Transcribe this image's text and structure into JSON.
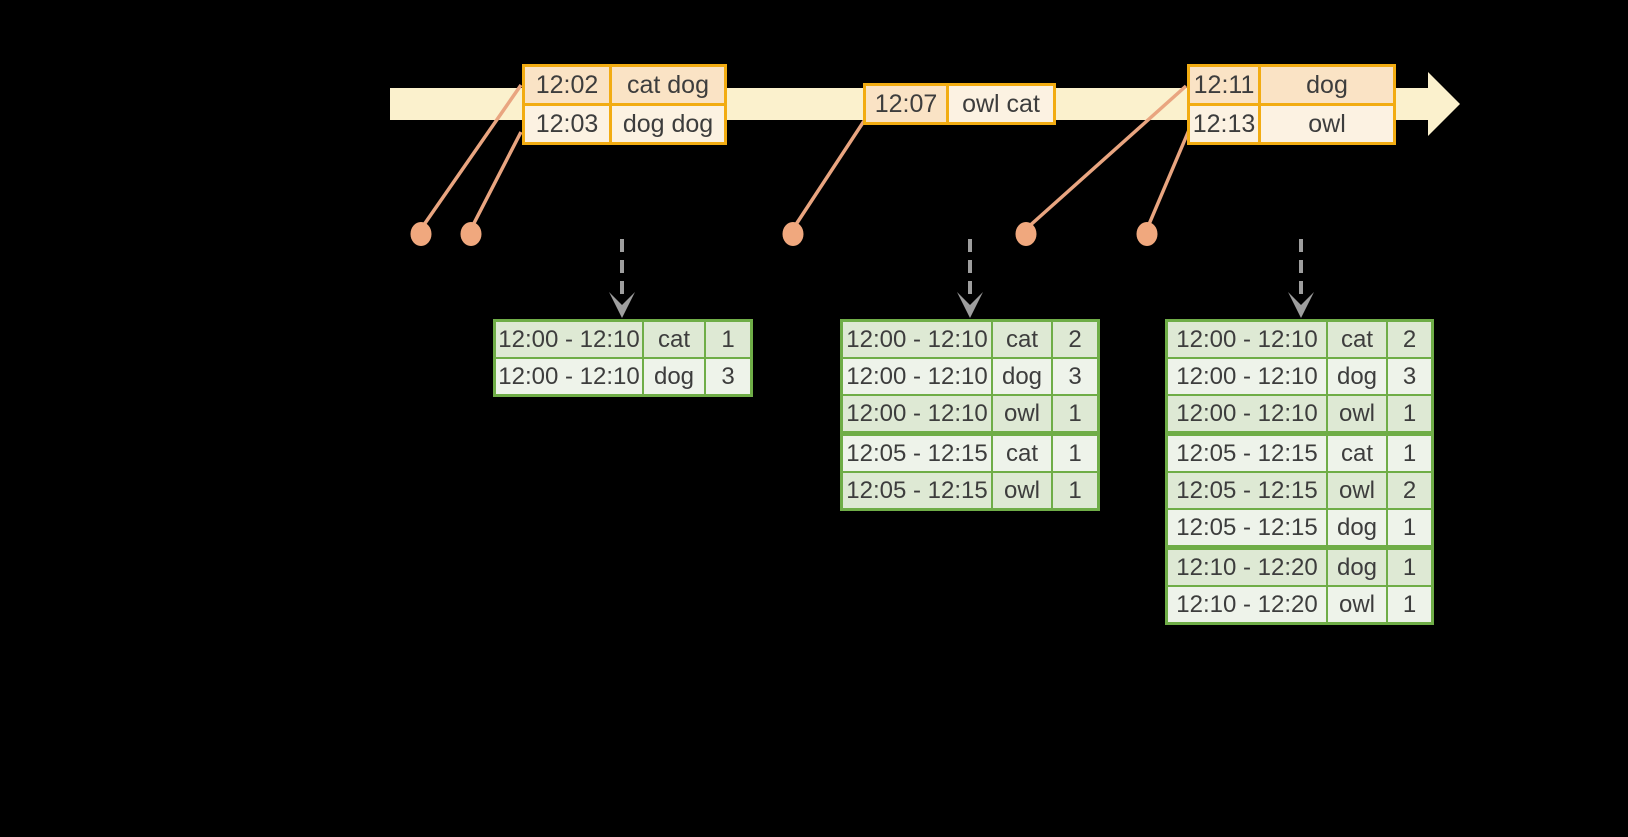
{
  "colors": {
    "background": "#000000",
    "timeline_fill": "#fbf1cd",
    "event_border": "#f2ac12",
    "event_row1_fill": "#fae3c5",
    "event_row2_fill": "#fcf2e2",
    "connector": "#e9a580",
    "dot_fill": "#f0a87e",
    "trigger_arrow": "#9e9e9e",
    "table_border": "#6fad47",
    "row_dark_fill": "#dee9d4",
    "row_light_fill": "#eef3ea",
    "text": "#3d3d3d"
  },
  "event_groups": [
    {
      "rows": [
        {
          "time": "12:02",
          "words": "cat dog"
        },
        {
          "time": "12:03",
          "words": "dog dog"
        }
      ]
    },
    {
      "rows": [
        {
          "time": "12:07",
          "words": "owl cat"
        }
      ]
    },
    {
      "rows": [
        {
          "time": "12:11",
          "words": "dog"
        },
        {
          "time": "12:13",
          "words": "owl"
        }
      ]
    }
  ],
  "result_tables": [
    {
      "rows": [
        {
          "window": "12:00 - 12:10",
          "word": "cat",
          "count": "1"
        },
        {
          "window": "12:00 - 12:10",
          "word": "dog",
          "count": "3"
        }
      ]
    },
    {
      "rows": [
        {
          "window": "12:00 - 12:10",
          "word": "cat",
          "count": "2"
        },
        {
          "window": "12:00 - 12:10",
          "word": "dog",
          "count": "3"
        },
        {
          "window": "12:00 - 12:10",
          "word": "owl",
          "count": "1"
        },
        {
          "window": "12:05 - 12:15",
          "word": "cat",
          "count": "1",
          "group_start": true
        },
        {
          "window": "12:05 - 12:15",
          "word": "owl",
          "count": "1"
        }
      ]
    },
    {
      "rows": [
        {
          "window": "12:00 - 12:10",
          "word": "cat",
          "count": "2"
        },
        {
          "window": "12:00 - 12:10",
          "word": "dog",
          "count": "3"
        },
        {
          "window": "12:00 - 12:10",
          "word": "owl",
          "count": "1"
        },
        {
          "window": "12:05 - 12:15",
          "word": "cat",
          "count": "1",
          "group_start": true
        },
        {
          "window": "12:05 - 12:15",
          "word": "owl",
          "count": "2"
        },
        {
          "window": "12:05 - 12:15",
          "word": "dog",
          "count": "1"
        },
        {
          "window": "12:10 - 12:20",
          "word": "dog",
          "count": "1",
          "group_start": true
        },
        {
          "window": "12:10 - 12:20",
          "word": "owl",
          "count": "1"
        }
      ]
    }
  ]
}
